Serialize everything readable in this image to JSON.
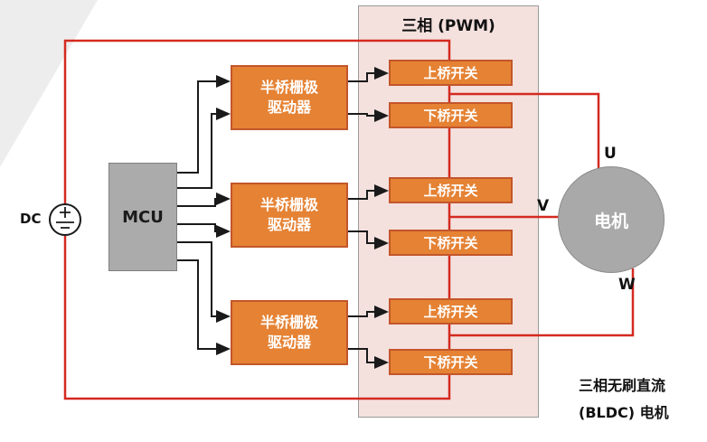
{
  "labels": {
    "dc": "DC",
    "mcu": "MCU",
    "pwm_title": "三相 (PWM)",
    "motor": "电机",
    "caption": "三相无刷直流\n(BLDC) 电机"
  },
  "drivers": [
    {
      "label": "半桥栅极\n驱动器"
    },
    {
      "label": "半桥栅极\n驱动器"
    },
    {
      "label": "半桥栅极\n驱动器"
    }
  ],
  "phases": [
    {
      "name": "U",
      "high": "上桥开关",
      "low": "下桥开关"
    },
    {
      "name": "V",
      "high": "上桥开关",
      "low": "下桥开关"
    },
    {
      "name": "W",
      "high": "上桥开关",
      "low": "下桥开关"
    }
  ],
  "colors": {
    "box_orange": "#e58234",
    "box_orange_border": "#c3562b",
    "wire_red": "#d42a20",
    "wire_black": "#1a1a1a",
    "pwm_region_bg": "#f4e1de",
    "mcu_gray": "#ababab",
    "motor_gray": "#a9a9a9"
  }
}
